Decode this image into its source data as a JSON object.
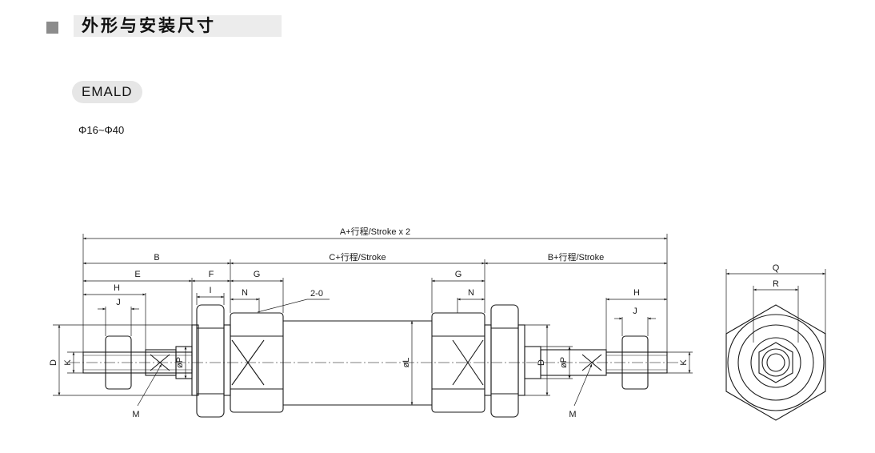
{
  "header": {
    "title": "外形与安装尺寸"
  },
  "model": "EMALD",
  "bore_range": "Φ16~Φ40",
  "dimensions": {
    "A": "A+行程/Stroke x 2",
    "B": "B",
    "C": "C+行程/Stroke",
    "B_stroke": "B+行程/Stroke",
    "E": "E",
    "F": "F",
    "G": "G",
    "H": "H",
    "I": "I",
    "J": "J",
    "N": "N",
    "D": "D",
    "K": "K",
    "P": "øP",
    "L": "øL",
    "M": "M",
    "Q": "Q",
    "R": "R",
    "port": "2-0"
  }
}
